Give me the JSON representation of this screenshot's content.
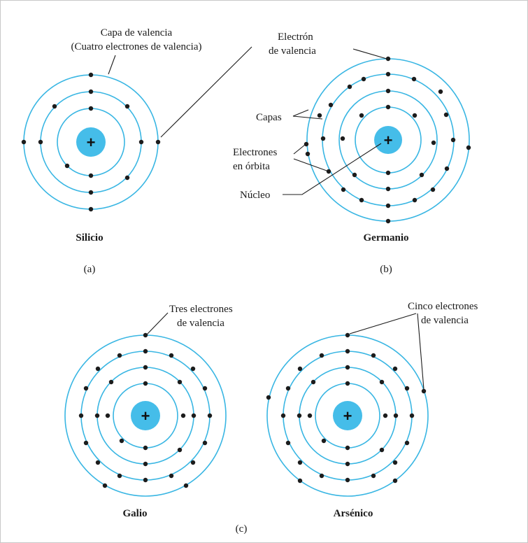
{
  "atoms": {
    "silicio": {
      "name": "Silicio",
      "panel": "(a)"
    },
    "germanio": {
      "name": "Germanio",
      "panel": "(b)"
    },
    "galio": {
      "name": "Galio"
    },
    "arsenico": {
      "name": "Arsénico"
    },
    "panel_c": "(c)"
  },
  "nucleus_symbol": "+",
  "annotations": {
    "capa_valencia_1": "Capa de valencia",
    "capa_valencia_2": "(Cuatro electrones de valencia)",
    "electron_valencia_1": "Electrón",
    "electron_valencia_2": "de valencia",
    "capas": "Capas",
    "electrones_orbita_1": "Electrones",
    "electrones_orbita_2": "en órbita",
    "nucleo": "Núcleo",
    "tres_electrones_1": "Tres electrones",
    "tres_electrones_2": "de valencia",
    "cinco_electrones_1": "Cinco electrones",
    "cinco_electrones_2": "de valencia"
  },
  "colors": {
    "nucleus": "#45bde9",
    "orbit": "#39b6e3",
    "electron": "#1c1c1c",
    "frame": "#c8c8c8"
  }
}
